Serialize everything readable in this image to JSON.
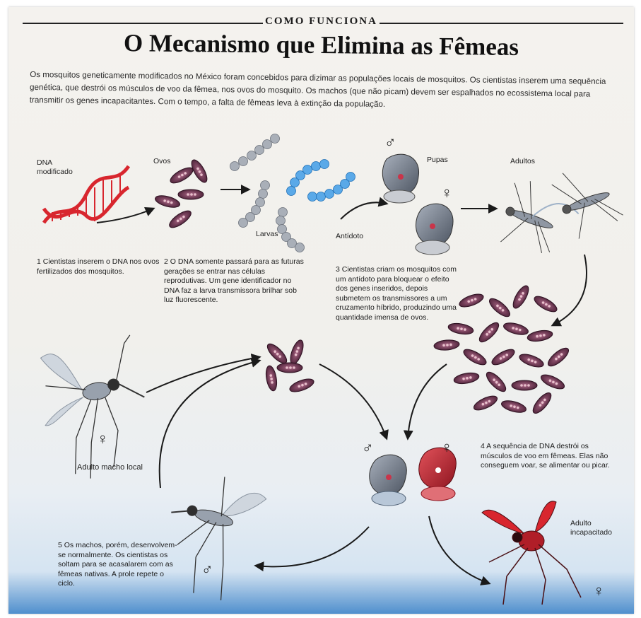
{
  "header": {
    "kicker": "COMO FUNCIONA",
    "title": "O Mecanismo que Elimina as Fêmeas",
    "intro": "Os mosquitos geneticamente modificados no México foram concebidos para dizimar as populações locais de mosquitos. Os cientistas inserem uma sequência genética, que destrói os músculos de voo da fêmea, nos ovos do mosquito. Os machos (que não picam) devem ser espalhados no ecossistema local para transmitir os genes incapacitantes. Com o tempo, a falta de fêmeas leva à extinção da população."
  },
  "labels": {
    "dna": "DNA\nmodificado",
    "ovos": "Ovos",
    "larvas": "Larvas",
    "antidoto": "Antídoto",
    "pupas": "Pupas",
    "adultos": "Adultos",
    "adulto_macho_local": "Adulto macho local",
    "adulto_incapacitado": "Adulto\nincapacitado"
  },
  "steps": {
    "s1": "1 Cientistas inserem o DNA nos ovos fertilizados dos mosquitos.",
    "s2": "2 O DNA somente passará para as futuras gerações se entrar nas células reprodutivas. Um gene identificador no DNA faz a larva transmissora brilhar sob luz fluorescente.",
    "s3": "3 Cientistas criam os mosquitos com um antídoto para bloquear o efeito dos genes inseridos, depois submetem os transmissores a um cruzamento híbrido, produzindo uma quantidade imensa de ovos.",
    "s4": "4 A sequência de DNA destrói os músculos de voo em fêmeas. Elas não conseguem voar, se alimentar ou picar.",
    "s5": "5 Os machos, porém, desenvolvem-se normalmente. Os cientistas os soltam para se acasalarem com as fêmeas nativas. A prole repete o ciclo."
  },
  "symbols": {
    "male": "♂",
    "female": "♀"
  },
  "colors": {
    "dna_red": "#d8262e",
    "egg_purple": "#6e3550",
    "larva_glow": "#3a8fd6",
    "pupa_gray": "#7e8794",
    "disabled_red": "#c8222e",
    "water_blue": "#4f8fcd"
  }
}
